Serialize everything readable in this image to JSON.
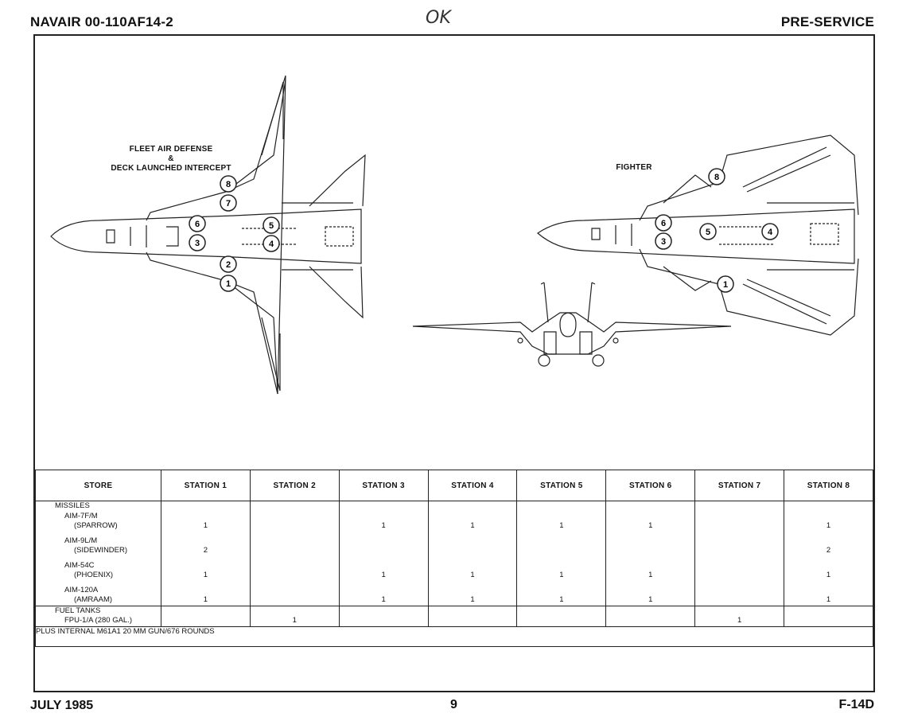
{
  "header": {
    "doc_number": "NAVAIR 00-110AF14-2",
    "handwritten_mark": "OK",
    "section": "PRE-SERVICE"
  },
  "footer": {
    "date": "JULY 1985",
    "page_number": "9",
    "aircraft": "F-14D"
  },
  "figure": {
    "left_title_lines": [
      "FLEET AIR DEFENSE",
      "&",
      "DECK LAUNCHED INTERCEPT"
    ],
    "right_title": "FIGHTER",
    "left_view_stations": [
      "8",
      "7",
      "6",
      "5",
      "3",
      "4",
      "2",
      "1"
    ],
    "right_view_stations": [
      "8",
      "6",
      "3",
      "5",
      "4",
      "1"
    ]
  },
  "table": {
    "headers": [
      "STORE",
      "STATION 1",
      "STATION 2",
      "STATION 3",
      "STATION 4",
      "STATION 5",
      "STATION 6",
      "STATION 7",
      "STATION 8"
    ],
    "missiles": {
      "category": "MISSILES",
      "items": [
        {
          "name": "AIM-7F/M",
          "sub": "(SPARROW)",
          "stations": [
            "1",
            "",
            "1",
            "1",
            "1",
            "1",
            "",
            "1"
          ]
        },
        {
          "name": "AIM-9L/M",
          "sub": "(SIDEWINDER)",
          "stations": [
            "2",
            "",
            "",
            "",
            "",
            "",
            "",
            "2"
          ]
        },
        {
          "name": "AIM-54C",
          "sub": "(PHOENIX)",
          "stations": [
            "1",
            "",
            "1",
            "1",
            "1",
            "1",
            "",
            "1"
          ]
        },
        {
          "name": "AIM-120A",
          "sub": "(AMRAAM)",
          "stations": [
            "1",
            "",
            "1",
            "1",
            "1",
            "1",
            "",
            "1"
          ]
        }
      ]
    },
    "fuel": {
      "category": "FUEL TANKS",
      "item": "FPU-1/A (280 GAL.)",
      "stations": [
        "",
        "1",
        "",
        "",
        "",
        "",
        "1",
        ""
      ]
    },
    "note": "PLUS INTERNAL M61A1 20 MM GUN/676 ROUNDS"
  }
}
